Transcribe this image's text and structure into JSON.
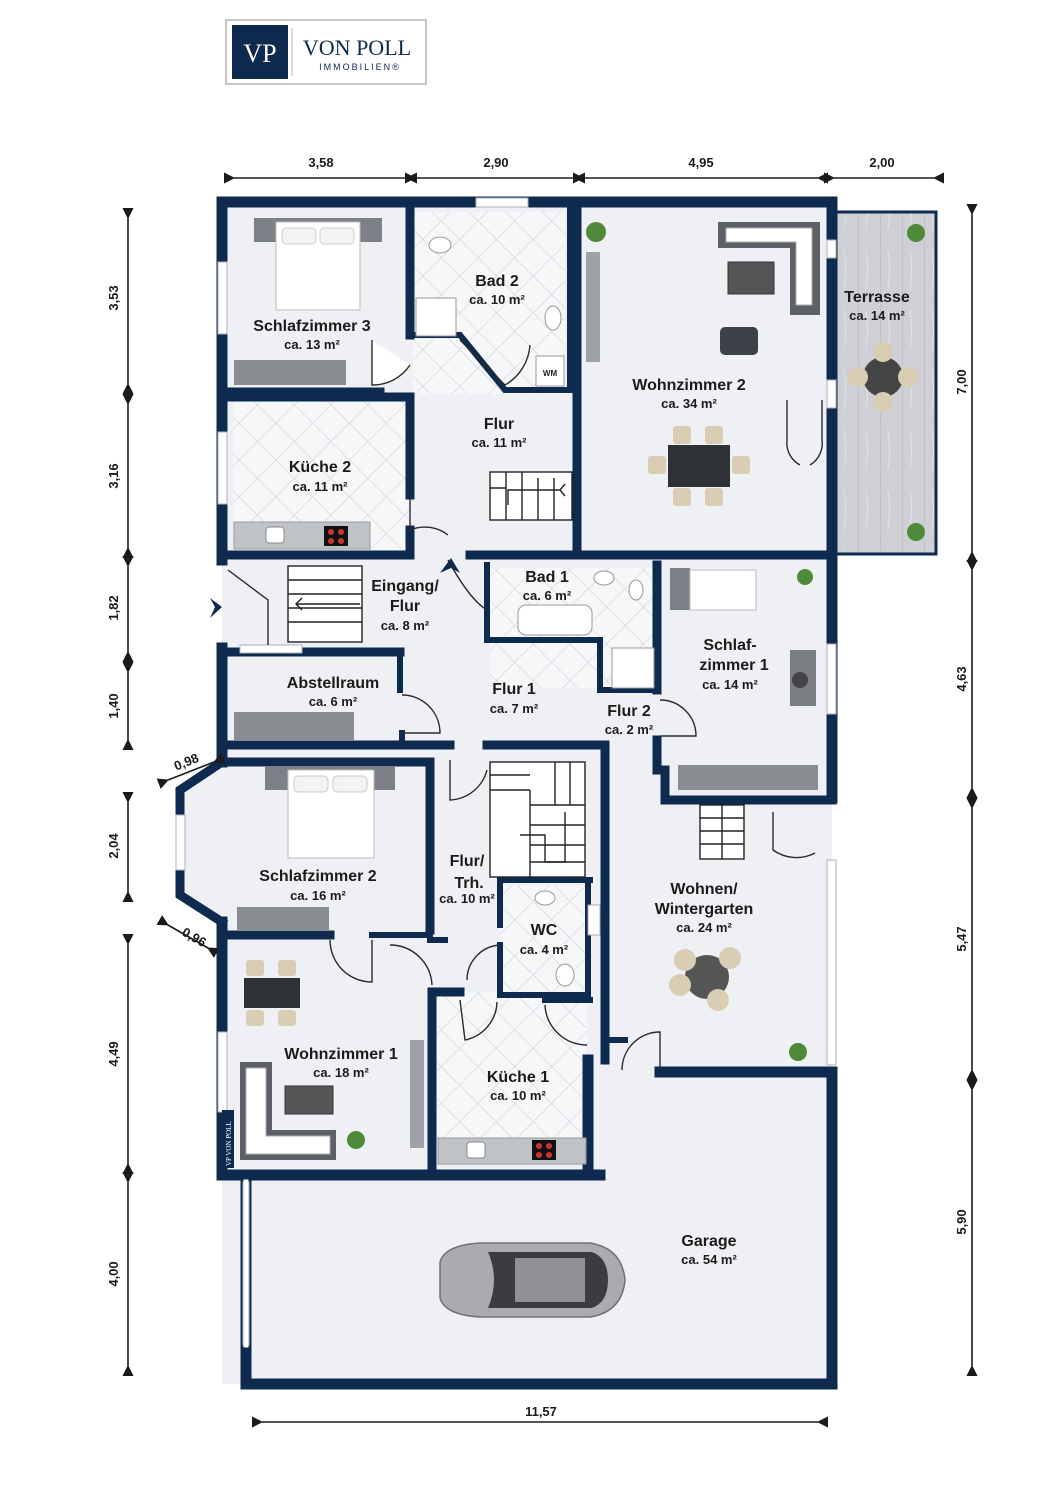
{
  "logo": {
    "mark": "VP",
    "name": "VON POLL",
    "sub": "IMMOBILIEN®",
    "mini": "VP VON POLL"
  },
  "colors": {
    "wall": "#0e2a4f",
    "floor": "#eef0f4",
    "deck": "#cdced3",
    "dim": "#1b1b1b"
  },
  "rooms": [
    {
      "id": "schlafzimmer-3",
      "name": "Schlafzimmer 3",
      "area": "ca. 13 m²"
    },
    {
      "id": "bad-2",
      "name": "Bad 2",
      "area": "ca. 10 m²"
    },
    {
      "id": "wohnzimmer-2",
      "name": "Wohnzimmer 2",
      "area": "ca. 34 m²"
    },
    {
      "id": "terrasse",
      "name": "Terrasse",
      "area": "ca. 14 m²"
    },
    {
      "id": "flur",
      "name": "Flur",
      "area": "ca. 11 m²"
    },
    {
      "id": "kueche-2",
      "name": "Küche 2",
      "area": "ca. 11 m²"
    },
    {
      "id": "eingang-flur",
      "name_l1": "Eingang/",
      "name_l2": "Flur",
      "area": "ca. 8 m²"
    },
    {
      "id": "bad-1",
      "name": "Bad 1",
      "area": "ca. 6 m²"
    },
    {
      "id": "schlafzimmer-1",
      "name_l1": "Schlaf-",
      "name_l2": "zimmer 1",
      "area": "ca. 14 m²"
    },
    {
      "id": "abstellraum",
      "name": "Abstellraum",
      "area": "ca. 6 m²"
    },
    {
      "id": "flur-1",
      "name": "Flur 1",
      "area": "ca. 7 m²"
    },
    {
      "id": "flur-2",
      "name": "Flur 2",
      "area": "ca. 2 m²"
    },
    {
      "id": "schlafzimmer-2",
      "name": "Schlafzimmer 2",
      "area": "ca. 16 m²"
    },
    {
      "id": "flur-trh",
      "name_l1": "Flur/",
      "name_l2": "Trh.",
      "area": "ca. 10 m²"
    },
    {
      "id": "wc",
      "name": "WC",
      "area": "ca. 4 m²"
    },
    {
      "id": "wohnen-wintergarten",
      "name_l1": "Wohnen/",
      "name_l2": "Wintergarten",
      "area": "ca. 24 m²"
    },
    {
      "id": "wohnzimmer-1",
      "name": "Wohnzimmer 1",
      "area": "ca. 18 m²"
    },
    {
      "id": "kueche-1",
      "name": "Küche 1",
      "area": "ca. 10 m²"
    },
    {
      "id": "garage",
      "name": "Garage",
      "area": "ca. 54 m²"
    }
  ],
  "fixture_labels": {
    "wm": "WM"
  },
  "dimensions": {
    "top": [
      "3,58",
      "2,90",
      "4,95",
      "2,00"
    ],
    "left": [
      "3,53",
      "3,16",
      "1,82",
      "1,40",
      "2,04",
      "4,49",
      "4,00"
    ],
    "right": [
      "7,00",
      "4,63",
      "5,47",
      "5,90"
    ],
    "bottom": "11,57",
    "diag": [
      "0,98",
      "0,96"
    ]
  }
}
